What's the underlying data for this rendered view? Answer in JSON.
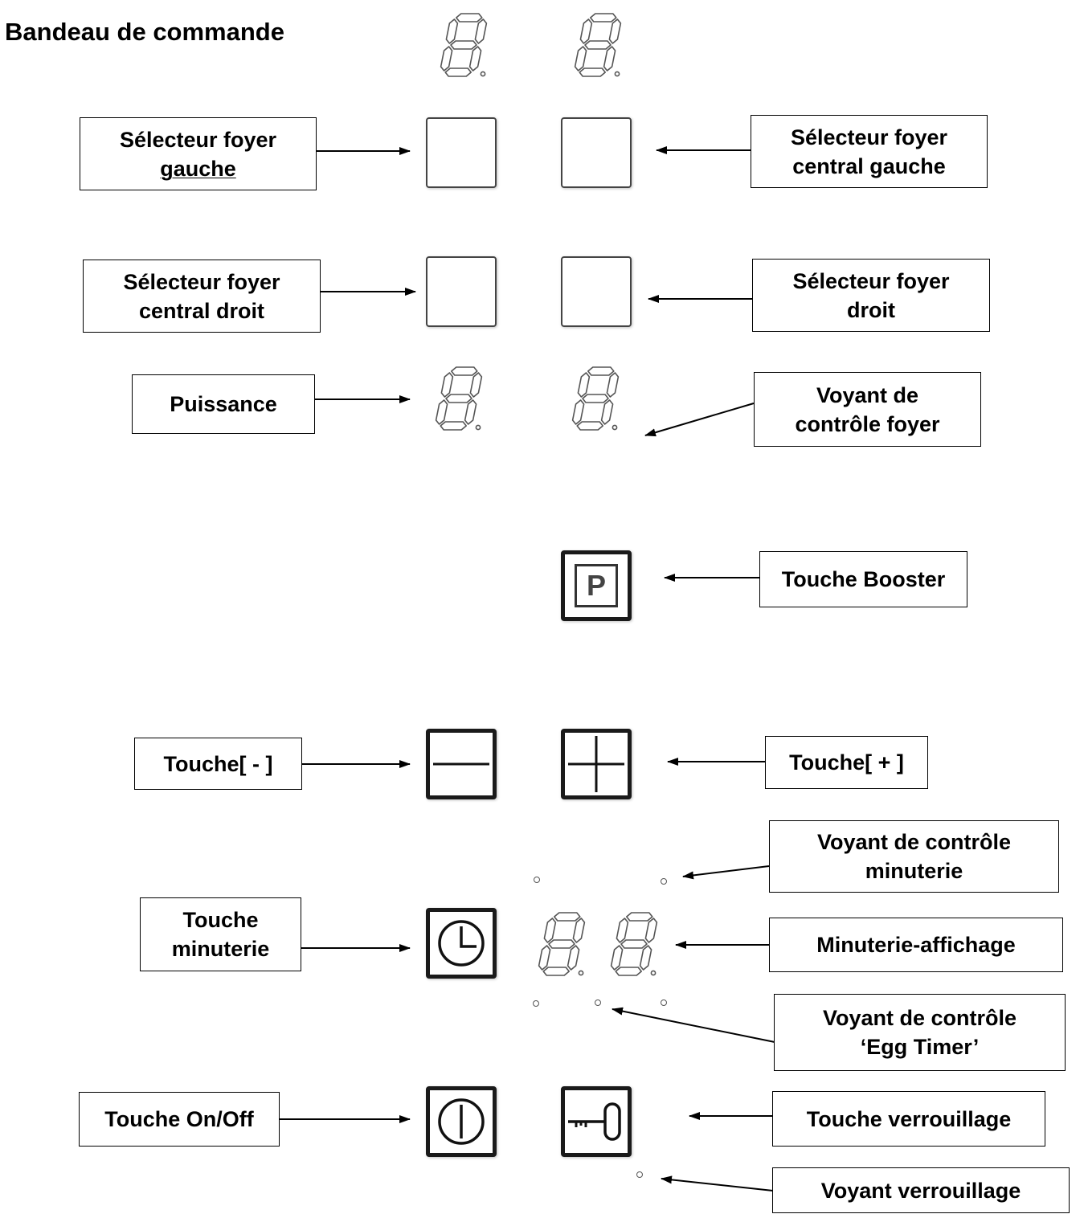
{
  "title": "Bandeau de commande",
  "callouts": {
    "selecteur_gauche": [
      "Sélecteur foyer",
      "gauche"
    ],
    "selecteur_central_gauche": [
      "Sélecteur foyer",
      "central gauche"
    ],
    "selecteur_central_droit": [
      "Sélecteur foyer",
      "central droit"
    ],
    "selecteur_droit": [
      "Sélecteur foyer",
      "droit"
    ],
    "puissance": [
      "Puissance"
    ],
    "voyant_foyer": [
      "Voyant de",
      "contrôle foyer"
    ],
    "booster": [
      "Touche Booster"
    ],
    "moins": [
      "Touche[ - ]"
    ],
    "plus": [
      "Touche[ + ]"
    ],
    "voyant_minuterie": [
      "Voyant de contrôle",
      "minuterie"
    ],
    "touche_minuterie": [
      "Touche",
      "minuterie"
    ],
    "minuterie_affichage": [
      "Minuterie-affichage"
    ],
    "voyant_egg": [
      "Voyant de contrôle",
      "‘Egg Timer’"
    ],
    "on_off": [
      "Touche On/Off"
    ],
    "verrouillage": [
      "Touche verrouillage"
    ],
    "voyant_verrouillage": [
      "Voyant verrouillage"
    ]
  },
  "keys": {
    "booster_symbol": "P"
  },
  "icons": {
    "minus": "minus-icon",
    "plus": "plus-icon",
    "clock": "clock-icon",
    "power": "power-icon",
    "lock": "key-lock-icon"
  },
  "colors": {
    "line": "#000000",
    "segment": "#555555",
    "key_border": "#1a1a1a"
  }
}
